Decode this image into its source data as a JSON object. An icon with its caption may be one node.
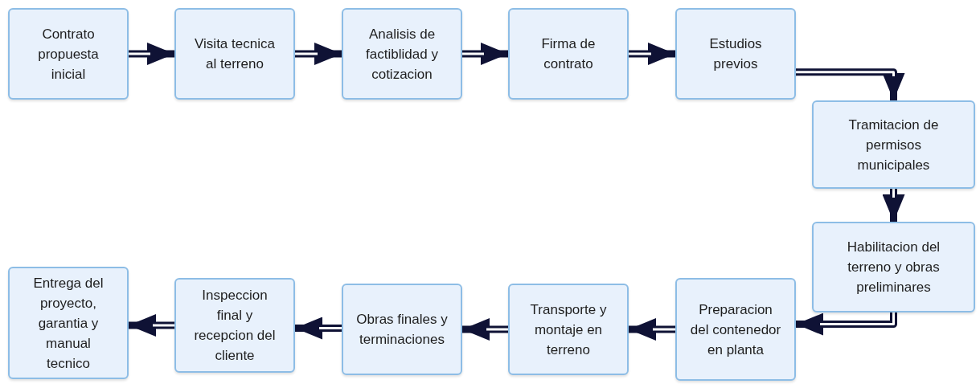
{
  "diagram": {
    "nodes": [
      {
        "text": [
          "Contrato propuesta inicial"
        ]
      },
      {
        "text": [
          "Visita tecnica al terreno"
        ]
      },
      {
        "text": [
          "Analisis de factiblidad y cotizacion"
        ]
      },
      {
        "text": [
          "Firma de contrato"
        ]
      },
      {
        "text": [
          "Estudios previos"
        ]
      },
      {
        "text": [
          "Tramitacion de permisos municipales"
        ]
      },
      {
        "text": [
          "Habilitacion del terreno y obras preliminares"
        ]
      },
      {
        "text": [
          "Preparacion del contenedor en planta"
        ]
      },
      {
        "text": [
          "Transporte y montaje en terreno"
        ]
      },
      {
        "text": [
          "Obras finales y terminaciones"
        ]
      },
      {
        "text": [
          "Inspeccion final y recepcion del cliente"
        ]
      },
      {
        "text": [
          "Entrega del proyecto, garantia y manual tecnico"
        ]
      }
    ],
    "edges": [
      {
        "from": 0,
        "to": 1,
        "arrow": "to"
      },
      {
        "from": 1,
        "to": 2,
        "arrow": "to"
      },
      {
        "from": 2,
        "to": 3,
        "arrow": "to"
      },
      {
        "from": 3,
        "to": 4,
        "arrow": "to"
      },
      {
        "from": 4,
        "to": 5,
        "arrow": "to"
      },
      {
        "from": 5,
        "to": 6,
        "arrow": "to"
      },
      {
        "from": 6,
        "to": 7,
        "arrow": "to"
      },
      {
        "from": 7,
        "to": 8,
        "arrow": "to"
      },
      {
        "from": 8,
        "to": 9,
        "arrow": "to"
      },
      {
        "from": 9,
        "to": 10,
        "arrow": "to"
      },
      {
        "from": 10,
        "to": 11,
        "arrow": "to"
      }
    ]
  }
}
